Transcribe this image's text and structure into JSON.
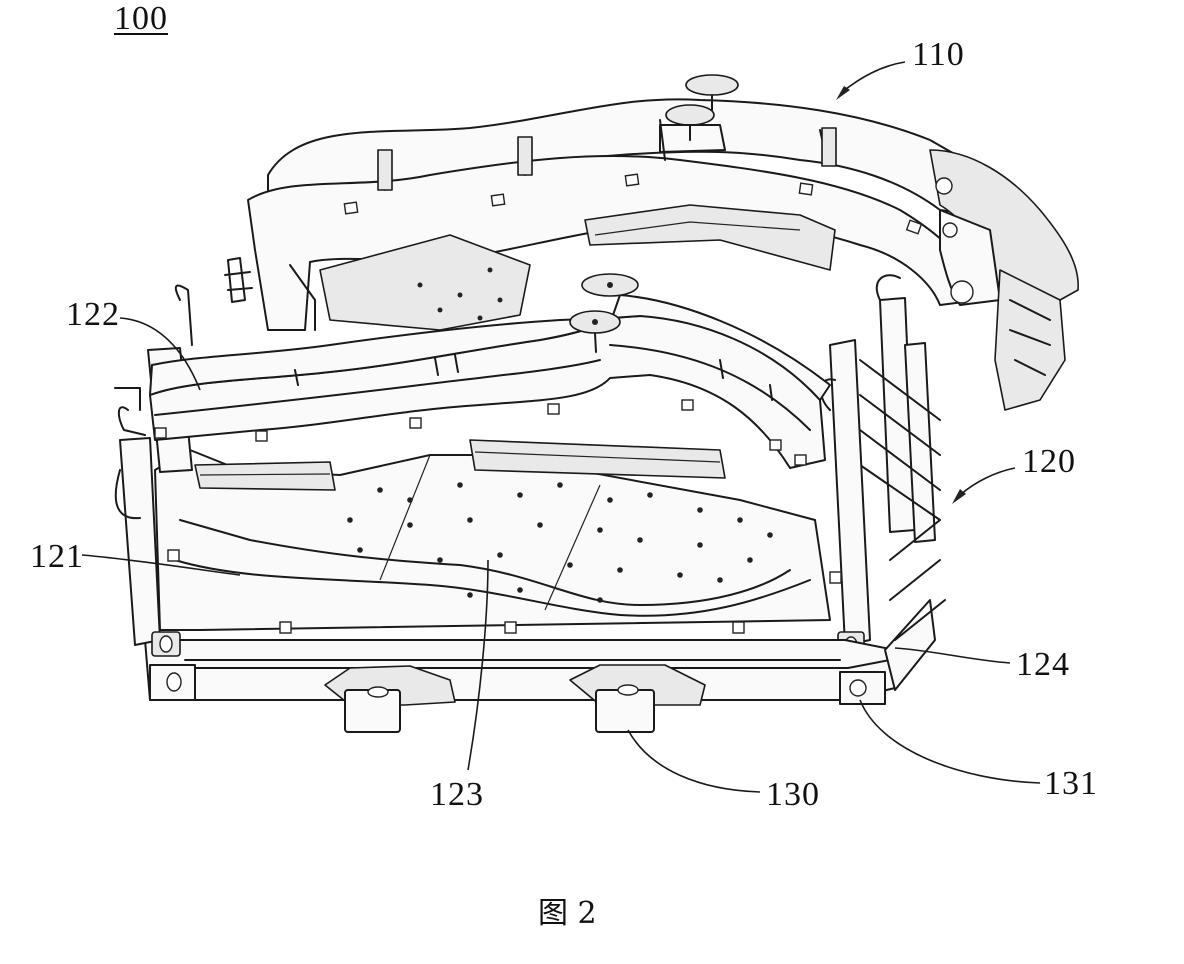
{
  "figure": {
    "main_ref": "100",
    "caption": "图 2",
    "labels": {
      "l110": "110",
      "l120": "120",
      "l121": "121",
      "l122": "122",
      "l123": "123",
      "l124": "124",
      "l130": "130",
      "l131": "131"
    }
  }
}
